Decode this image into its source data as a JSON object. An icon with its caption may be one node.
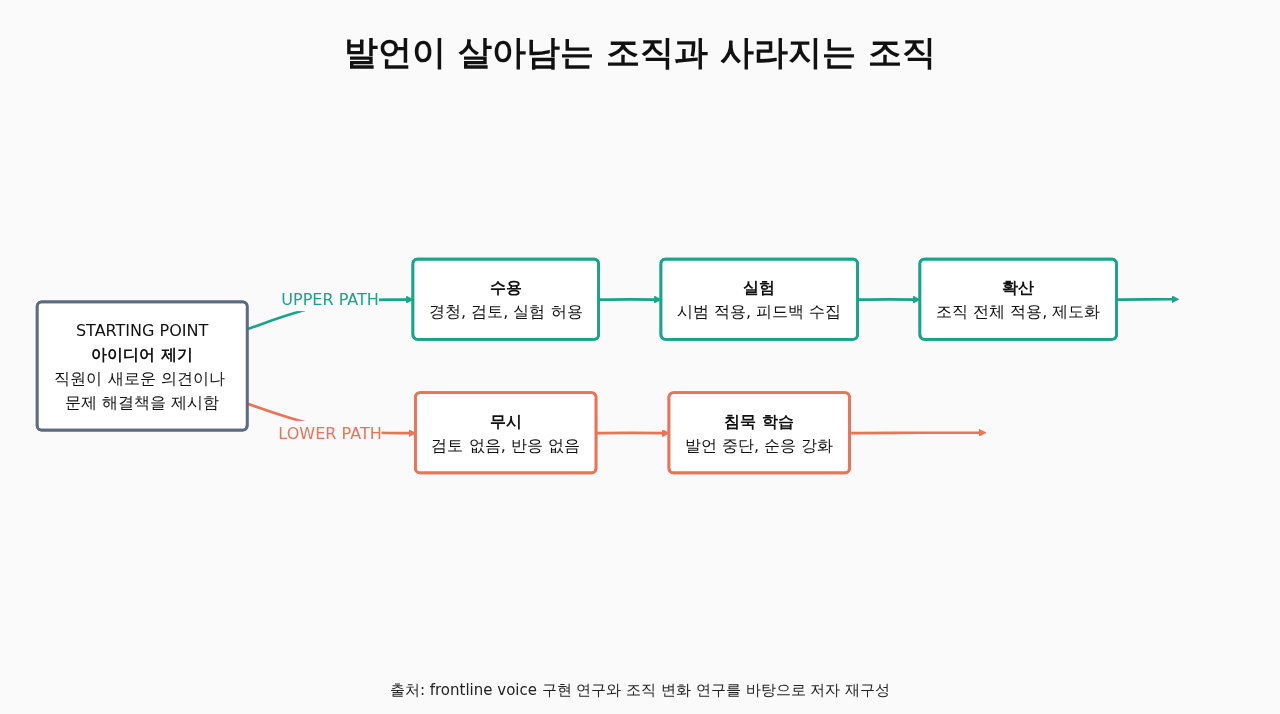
{
  "diagram": {
    "title": "발언이 살아남는 조직과 사라지는 조직",
    "caption": "출처: frontline voice 구현 연구와 조직 변화 연구를 바탕으로 저자 재구성",
    "nodes": [
      {
        "text": [
          "STARTING POINT",
          "아이디어 제기",
          "직원이 새로운 의견이나 문제 해결책을 제시함"
        ]
      },
      {
        "text": [
          "수용",
          "경청, 검토, 실험 허용"
        ]
      },
      {
        "text": [
          "실험",
          "시범 적용, 피드백 수집"
        ]
      },
      {
        "text": [
          "확산",
          "조직 전체 적용, 제도화"
        ]
      },
      {
        "text": [
          "무시",
          "검토 없음, 반응 없음"
        ]
      },
      {
        "text": [
          "침묵 학습",
          "발언 중단, 순응 강화"
        ]
      }
    ],
    "edges": [
      {
        "from": 0,
        "to": 1,
        "arrow": "to",
        "label": "UPPER PATH",
        "color": "#16a589"
      },
      {
        "from": 1,
        "to": 2,
        "arrow": "to",
        "color": "#16a589"
      },
      {
        "from": 2,
        "to": 3,
        "arrow": "to",
        "color": "#16a589"
      },
      {
        "from": 3,
        "to": null,
        "arrow": "to",
        "color": "#16a589"
      },
      {
        "from": 0,
        "to": 4,
        "arrow": "to",
        "label": "LOWER PATH",
        "color": "#ea7358"
      },
      {
        "from": 4,
        "to": 5,
        "arrow": "to",
        "color": "#ea7358"
      },
      {
        "from": 5,
        "to": null,
        "arrow": "to",
        "color": "#ea7358"
      }
    ]
  }
}
